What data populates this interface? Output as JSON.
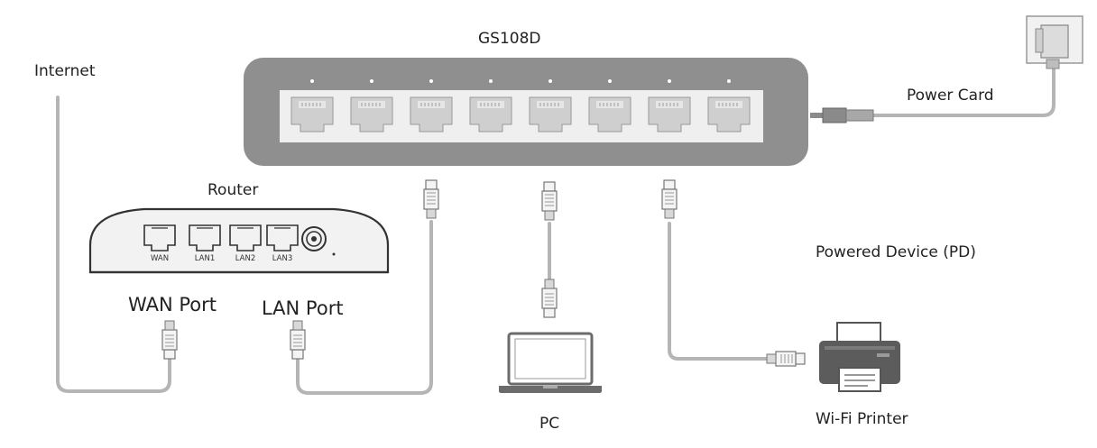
{
  "labels": {
    "switch": "GS108D",
    "internet": "Internet",
    "power": "Power Card",
    "router": "Router",
    "wan_port": "WAN Port",
    "lan_port": "LAN Port",
    "pd": "Powered Device (PD)",
    "pc": "PC",
    "printer": "Wi-Fi Printer"
  },
  "router_ports": [
    "WAN",
    "LAN1",
    "LAN2",
    "LAN3"
  ],
  "switch_port_count": 8,
  "colors": {
    "device": "#8f8f8f",
    "cable": "#b3b3b3",
    "outline": "#555555"
  }
}
